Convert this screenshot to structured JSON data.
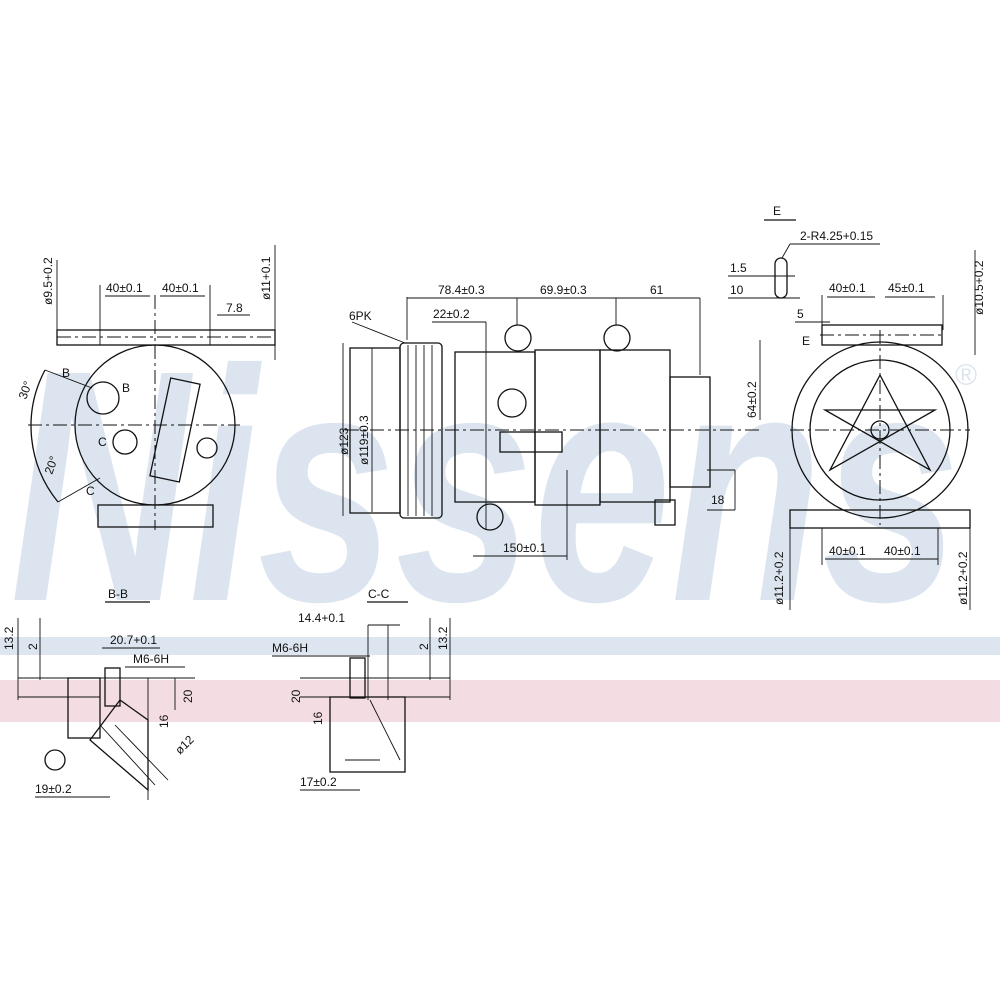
{
  "watermark": {
    "text": "Nissens",
    "registered": "®",
    "color": "#dce5ef"
  },
  "bands": {
    "blue": "#dde6f0",
    "pink": "#f3dde2"
  },
  "view_bb": {
    "title": "B-B",
    "dims": [
      "40±0.1",
      "40±0.1",
      "7.8",
      "ø9.5+0.2",
      "ø11+0.1",
      "30°",
      "20°"
    ],
    "labels": [
      "B",
      "B",
      "C",
      "C"
    ]
  },
  "side_view": {
    "dims": [
      "78.4±0.3",
      "69.9±0.3",
      "61",
      "22±0.2",
      "ø123",
      "ø119±0.3",
      "64±0.2",
      "18",
      "150±0.1"
    ],
    "belt": "6PK"
  },
  "view_e": {
    "title": "E",
    "dims": [
      "2-R4.25+0.15",
      "1.5",
      "10",
      "40±0.1",
      "45±0.1",
      "5",
      "ø10.5+0.2",
      "40±0.1",
      "40±0.1",
      "ø11.2+0.2",
      "ø11.2+0.2"
    ],
    "label": "E"
  },
  "view_cc": {
    "title": "C-C"
  },
  "section_bb": {
    "dims": [
      "13.2",
      "2",
      "20.7+0.1",
      "M6-6H",
      "20",
      "16",
      "ø12",
      "19±0.2"
    ]
  },
  "section_cc": {
    "dims": [
      "14.4+0.1",
      "M6-6H",
      "20",
      "16",
      "17±0.2",
      "2",
      "13.2"
    ]
  }
}
